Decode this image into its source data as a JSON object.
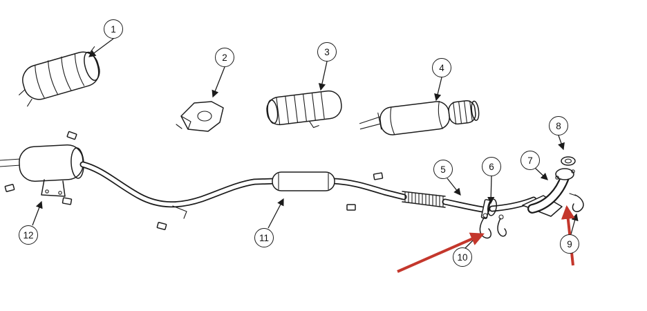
{
  "diagram": {
    "description": "Exploded exhaust-system parts diagram with numbered callouts",
    "callouts": [
      {
        "label": "1"
      },
      {
        "label": "2"
      },
      {
        "label": "3"
      },
      {
        "label": "4"
      },
      {
        "label": "5"
      },
      {
        "label": "6"
      },
      {
        "label": "7"
      },
      {
        "label": "8"
      },
      {
        "label": "9"
      },
      {
        "label": "10"
      },
      {
        "label": "11"
      },
      {
        "label": "12"
      }
    ],
    "colors": {
      "background": "#ffffff",
      "line": "#1b1b1b",
      "callout_fill": "#ffffff",
      "callout_border": "#1b1b1b",
      "annotation_arrow": "#c4372c"
    }
  }
}
